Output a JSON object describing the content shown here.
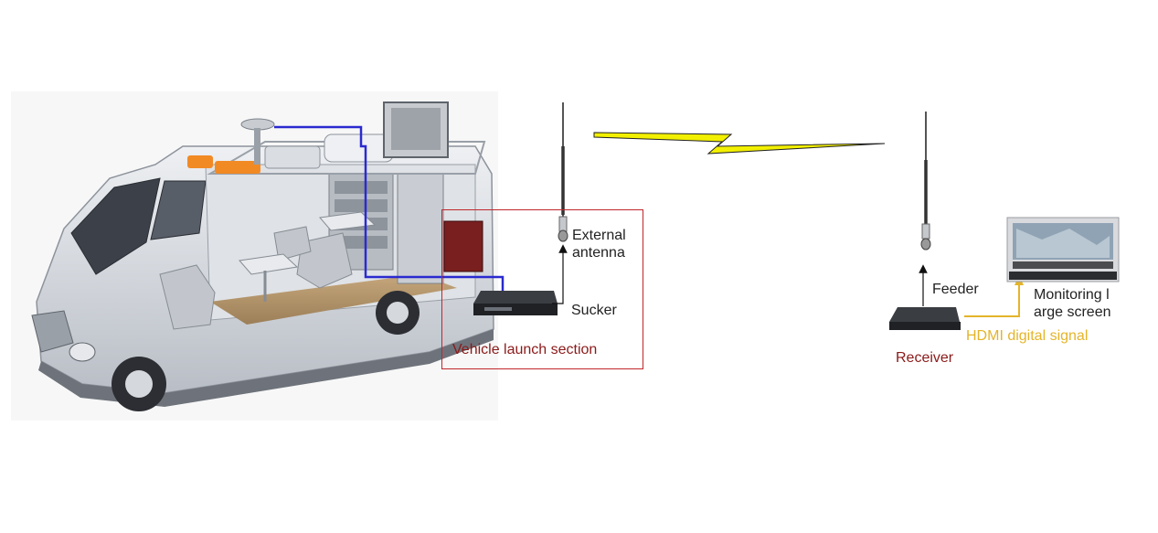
{
  "labels": {
    "external_antenna_line1": "External",
    "external_antenna_line2": "antenna",
    "sucker": "Sucker",
    "vehicle_launch_section": "Vehicle launch section",
    "feeder": "Feeder",
    "receiver": "Receiver",
    "hdmi_signal": "HDMI digital signal",
    "monitoring_line1": "Monitoring l",
    "monitoring_line2": "arge screen"
  },
  "colors": {
    "cable_blue": "#2a2ad0",
    "lightning_yellow": "#f2f000",
    "box_red": "#c0272d",
    "hdmi_yellow": "#e4b42a",
    "label_red": "#8b1a1a"
  },
  "icons": [
    "van-illustration",
    "transmitter-device",
    "antenna",
    "lightning-link",
    "receiver-device",
    "monitoring-screen"
  ]
}
